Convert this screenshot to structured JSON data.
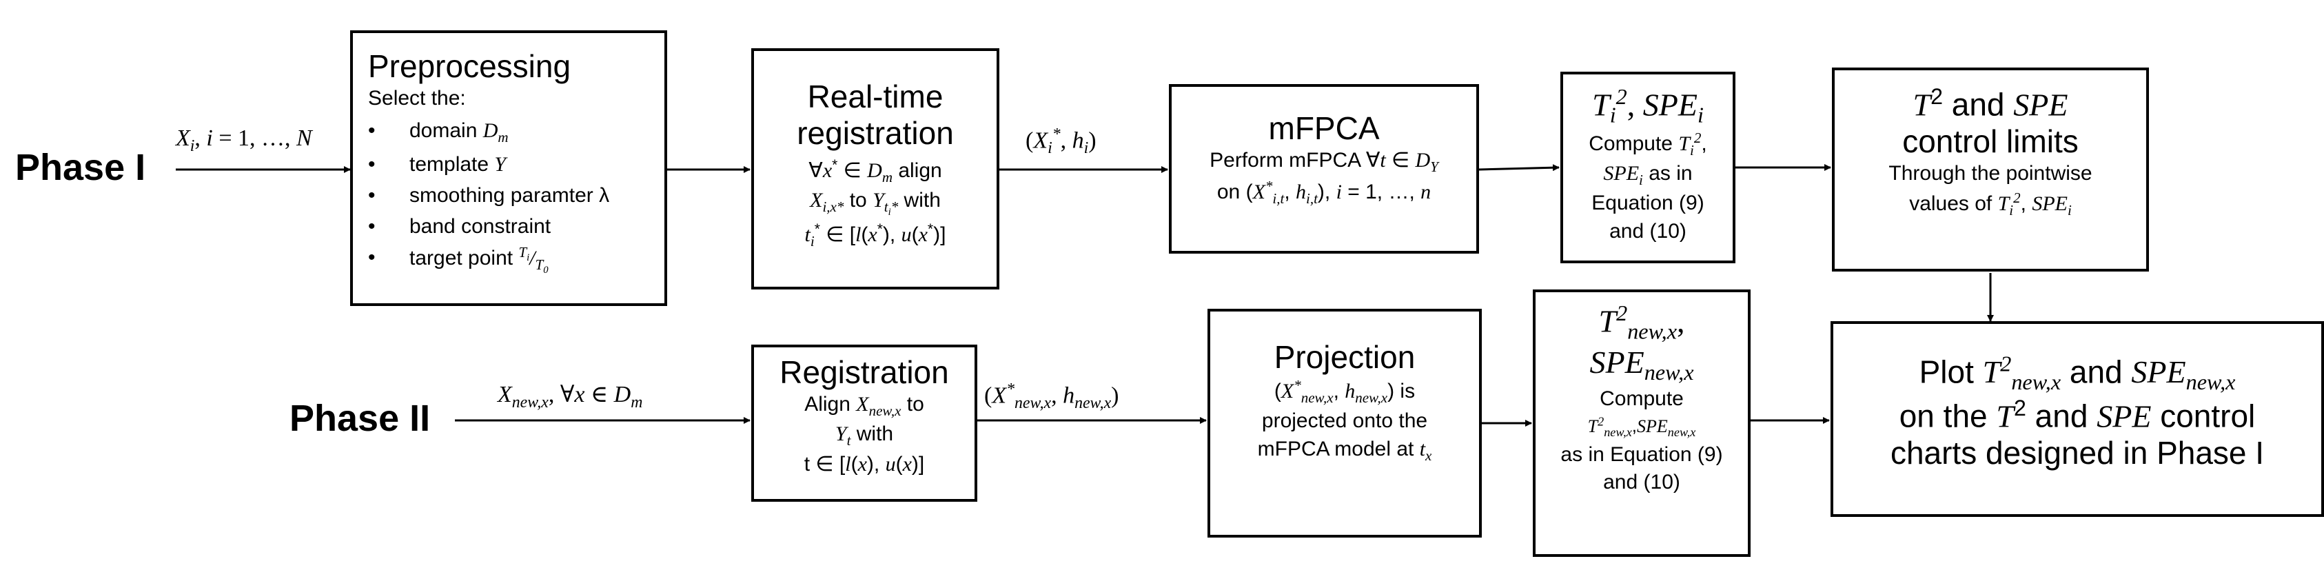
{
  "phases": {
    "phase1": "Phase I",
    "phase2": "Phase II"
  },
  "phase1": {
    "input_label": "X_i, i = 1, …, N",
    "preprocessing": {
      "title": "Preprocessing",
      "intro": "Select the:",
      "items": [
        "domain D_m",
        "template Y",
        "smoothing paramter λ",
        "band constraint",
        "target point T_i/T_0"
      ]
    },
    "realtime": {
      "title_line1": "Real-time",
      "title_line2": "registration",
      "line1": "∀x* ∈ D_m align",
      "line2": "X_{i,x*} to Y_{t_i*} with",
      "line3": "t_i* ∈ [l(x*), u(x*)]"
    },
    "edge_label": "(X_i*, h_i)",
    "mfpca": {
      "title": "mFPCA",
      "line1": "Perform mFPCA ∀t ∈ D_Y",
      "line2": "on (X*_{i,t}, h_{i,t}), i = 1, …, n"
    },
    "t2spe": {
      "title": "T_i², SPE_i",
      "line1": "Compute T_i²,",
      "line2": "SPE_i as in",
      "line3": "Equation (9)",
      "line4": "and (10)"
    },
    "limits": {
      "title_line1": "T² and SPE",
      "title_line2": "control limits",
      "line1": "Through the pointwise",
      "line2": "values of T_i², SPE_i"
    }
  },
  "phase2": {
    "input_label": "X_{new,x}, ∀x ∈ D_m",
    "registration": {
      "title": "Registration",
      "line1": "Align X_{new,x} to",
      "line2": "Y_t with",
      "line3": "t ∈ [l(x), u(x)]"
    },
    "edge_label": "(X*_{new,x}, h_{new,x})",
    "projection": {
      "title": "Projection",
      "line1": "(X*_{new,x}, h_{new,x}) is",
      "line2": "projected onto the",
      "line3": "mFPCA model at t_x"
    },
    "t2spe_new": {
      "title_line1": "T²_{new,x},",
      "title_line2": "SPE_{new,x}",
      "line1": "Compute",
      "line2": "T²_{new,x}, SPE_{new,x}",
      "line3": "as in Equation (9)",
      "line4": "and (10)"
    },
    "plot": {
      "line1": "Plot T²_{new,x} and SPE_{new,x}",
      "line2": "on the T² and SPE control",
      "line3": "charts designed in Phase I"
    }
  }
}
